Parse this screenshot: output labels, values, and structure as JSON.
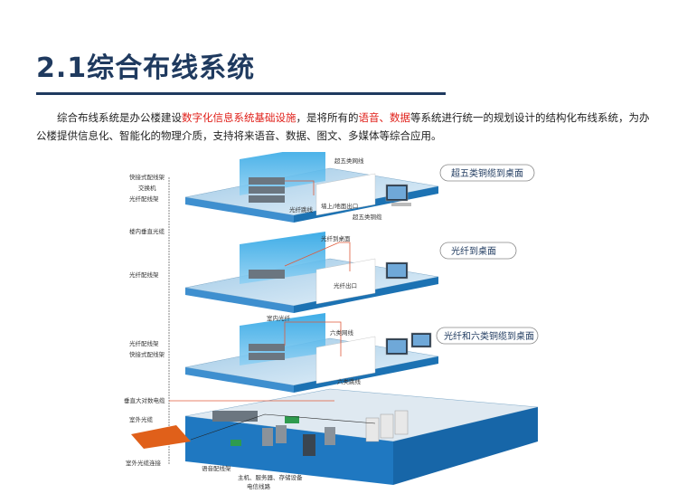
{
  "slide": {
    "title": "2.1综合布线系统"
  },
  "intro": {
    "p1": "综合布线系统是办公楼建设",
    "h1": "数字化信息系统基础设施",
    "p2": "，是将所有的",
    "h2": "语音",
    "p3": "、",
    "h3": "数据",
    "p4": "等系统进行统一的规划设计的结构化布线系统，为办公楼提供信息化、智能化的物理介质，支持将来语音、数据、图文、多媒体等综合应用。"
  },
  "diagram": {
    "left_labels": [
      "快接式配线架",
      "交换机",
      "光纤配线架",
      "楼内垂直光缆",
      "光纤配线架",
      "光纤配线架",
      "快接式配线架",
      "垂直大对数电缆",
      "室外光缆",
      "室外光缆连接"
    ],
    "floor_labels": [
      "超五类网线",
      "墙上/地面出口",
      "超五类铜缆",
      "光纤跳线",
      "光纤到桌面",
      "光纤出口",
      "室内光纤",
      "六类网线",
      "六类跳线"
    ],
    "bottom_labels": [
      "语音配线架",
      "主机、服务器、存储设备",
      "电信线路"
    ],
    "callouts": [
      "超五类铜缆到桌面",
      "光纤到桌面",
      "光纤和六类铜缆到桌面"
    ]
  }
}
